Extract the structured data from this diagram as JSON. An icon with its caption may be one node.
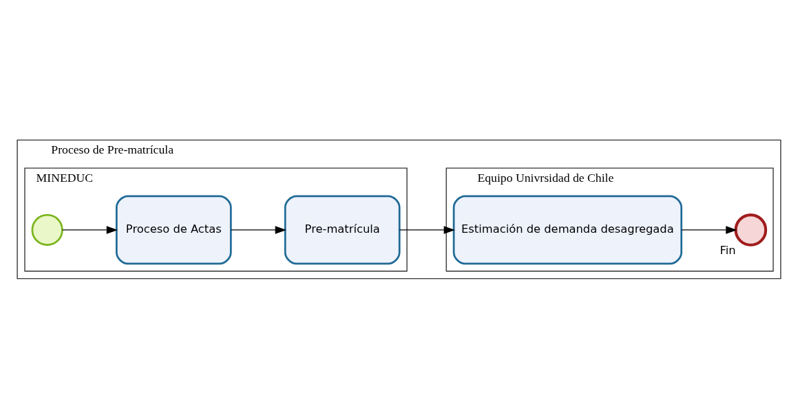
{
  "diagram": {
    "nodes": [
      {
        "text": [
          "Proceso de Pre-matrícula"
        ]
      },
      {
        "text": [
          "MINEDUC"
        ],
        "in": 0
      },
      {
        "text": [
          "Equipo Univrsidad de Chile"
        ],
        "in": 0
      },
      {
        "text": [],
        "shape": "circle",
        "in": 1
      },
      {
        "text": [
          "Proceso de Actas"
        ],
        "in": 1
      },
      {
        "text": [
          "Pre-matrícula"
        ],
        "in": 1
      },
      {
        "text": [
          "Estimación de demanda desagregada"
        ],
        "in": 2
      },
      {
        "text": [
          "Fin"
        ],
        "in": 2
      }
    ],
    "edges": [
      {
        "from": 3,
        "to": 4,
        "arrow": "to"
      },
      {
        "from": 4,
        "to": 5,
        "arrow": "to"
      },
      {
        "from": 5,
        "to": 6,
        "arrow": "to"
      },
      {
        "from": 6,
        "to": 7,
        "arrow": "to"
      }
    ]
  }
}
